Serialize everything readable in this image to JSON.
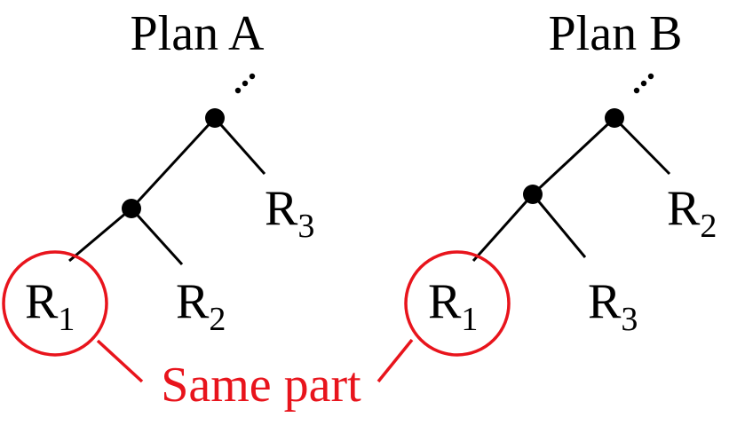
{
  "plan_a": {
    "title": "Plan A",
    "ellipsis": "...",
    "leaves": [
      {
        "name": "R",
        "sub": "1"
      },
      {
        "name": "R",
        "sub": "2"
      },
      {
        "name": "R",
        "sub": "3"
      }
    ]
  },
  "plan_b": {
    "title": "Plan B",
    "ellipsis": "...",
    "leaves": [
      {
        "name": "R",
        "sub": "1"
      },
      {
        "name": "R",
        "sub": "3"
      },
      {
        "name": "R",
        "sub": "2"
      }
    ]
  },
  "annotation": {
    "label": "Same part",
    "color": "#e8141c"
  }
}
